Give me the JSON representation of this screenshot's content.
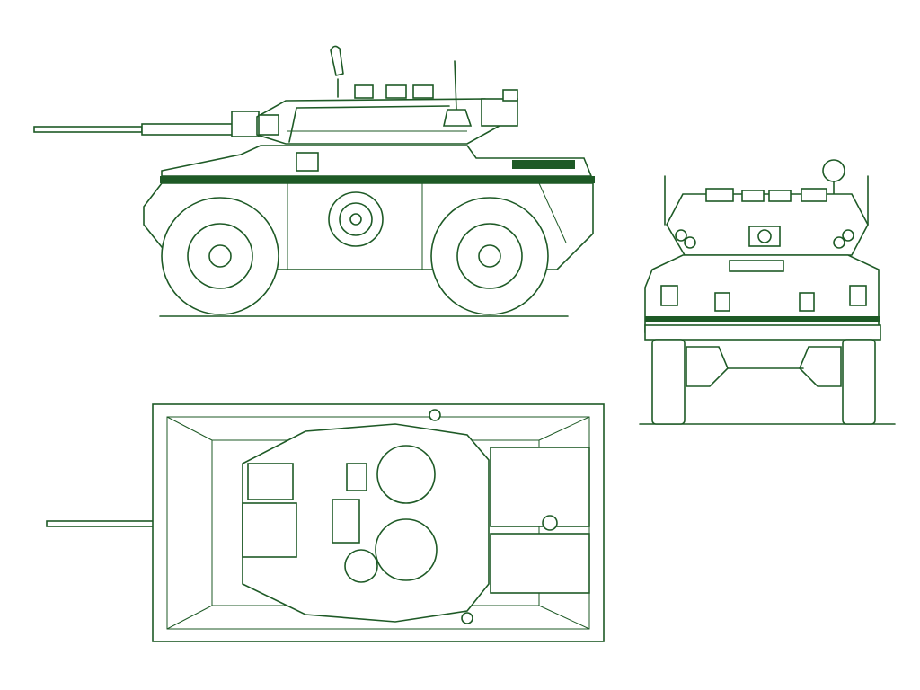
{
  "diagram": {
    "views": [
      {
        "id": "side",
        "kind": "side-elevation"
      },
      {
        "id": "front",
        "kind": "front-elevation"
      },
      {
        "id": "top",
        "kind": "plan-view"
      }
    ],
    "colors": {
      "line": "#1e5a26",
      "background": "#ffffff"
    }
  }
}
